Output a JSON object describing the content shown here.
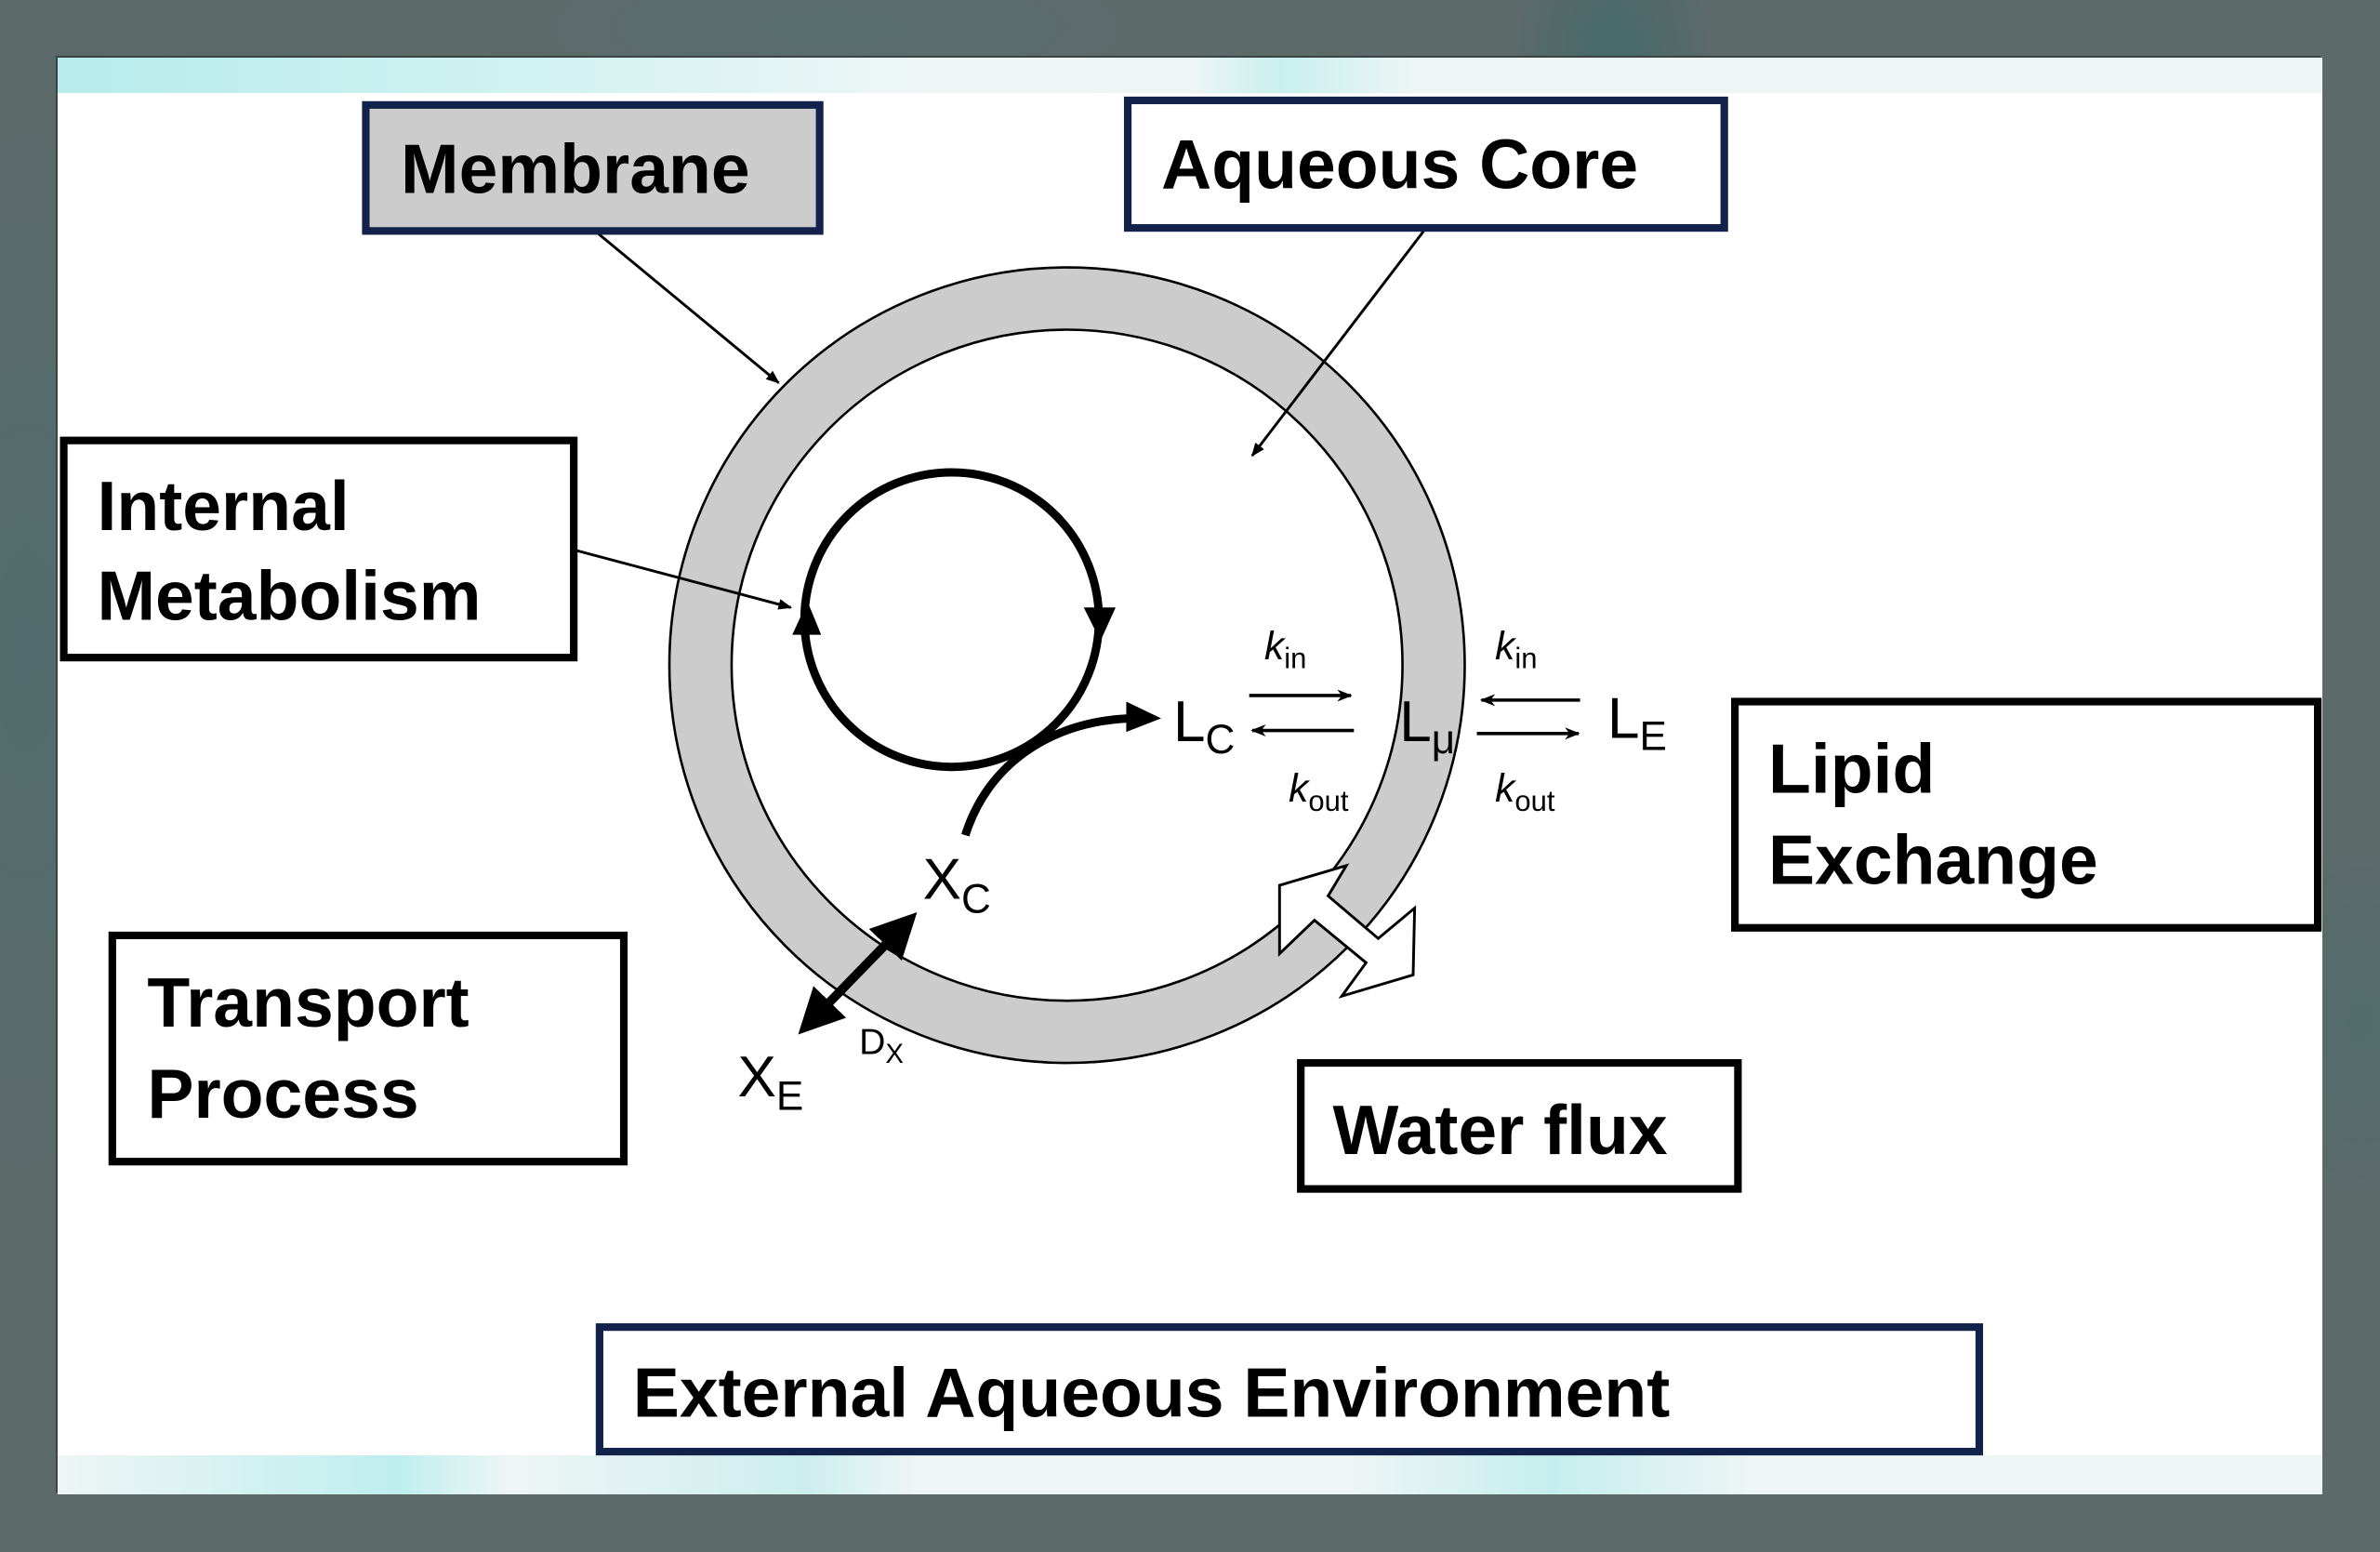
{
  "diagram": {
    "title_boxes": {
      "membrane": "Membrane",
      "aqueous_core": "Aqueous Core",
      "internal_metabolism_line1": "Internal",
      "internal_metabolism_line2": "Metabolism",
      "transport_process_line1": "Transport",
      "transport_process_line2": "Process",
      "lipid_exchange_line1": "Lipid",
      "lipid_exchange_line2": "Exchange",
      "water_flux": "Water flux",
      "external_environment": "External Aqueous Environment"
    },
    "symbols": {
      "lc_main": "L",
      "lc_sub": "C",
      "lmu_main": "L",
      "lmu_sub": "μ",
      "le_main": "L",
      "le_sub": "E",
      "xc_main": "X",
      "xc_sub": "C",
      "xe_main": "X",
      "xe_sub": "E",
      "dx_main": "D",
      "dx_sub": "X",
      "k_main": "k",
      "k_in_sub": "in",
      "k_out_sub": "out"
    },
    "colors": {
      "membrane_fill": "#cccccc",
      "membrane_box_fill": "#cccccc",
      "navy_border": "#13224a",
      "black": "#000000",
      "background": "#5d6a6a"
    }
  }
}
